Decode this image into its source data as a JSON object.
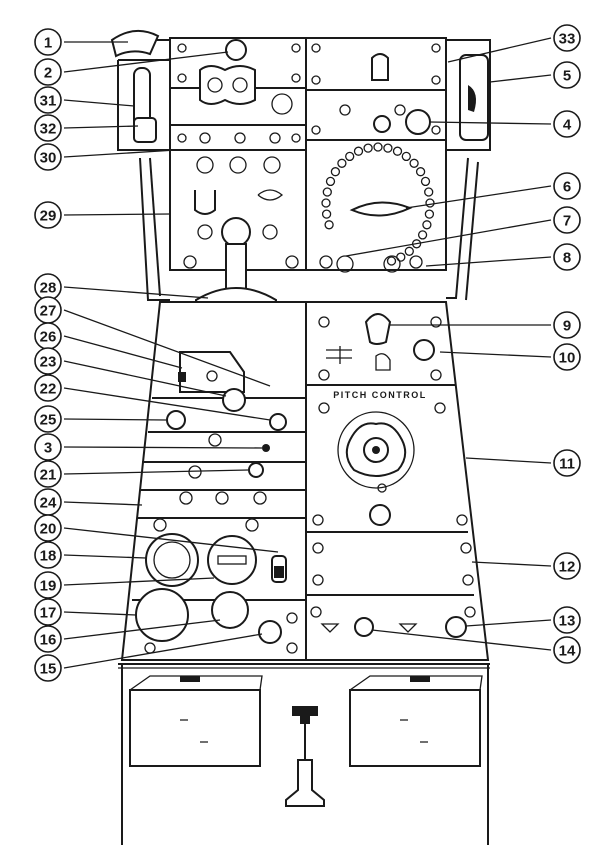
{
  "diagram": {
    "callouts": [
      {
        "id": "1",
        "label": "1"
      },
      {
        "id": "2",
        "label": "2"
      },
      {
        "id": "31",
        "label": "31"
      },
      {
        "id": "32",
        "label": "32"
      },
      {
        "id": "30",
        "label": "30"
      },
      {
        "id": "29",
        "label": "29"
      },
      {
        "id": "28",
        "label": "28"
      },
      {
        "id": "27",
        "label": "27"
      },
      {
        "id": "26",
        "label": "26"
      },
      {
        "id": "23",
        "label": "23"
      },
      {
        "id": "22",
        "label": "22"
      },
      {
        "id": "25",
        "label": "25"
      },
      {
        "id": "3",
        "label": "3"
      },
      {
        "id": "21",
        "label": "21"
      },
      {
        "id": "24",
        "label": "24"
      },
      {
        "id": "20",
        "label": "20"
      },
      {
        "id": "18",
        "label": "18"
      },
      {
        "id": "19",
        "label": "19"
      },
      {
        "id": "17",
        "label": "17"
      },
      {
        "id": "16",
        "label": "16"
      },
      {
        "id": "15",
        "label": "15"
      },
      {
        "id": "33",
        "label": "33"
      },
      {
        "id": "5",
        "label": "5"
      },
      {
        "id": "4",
        "label": "4"
      },
      {
        "id": "6",
        "label": "6"
      },
      {
        "id": "7",
        "label": "7"
      },
      {
        "id": "8",
        "label": "8"
      },
      {
        "id": "9",
        "label": "9"
      },
      {
        "id": "10",
        "label": "10"
      },
      {
        "id": "11",
        "label": "11"
      },
      {
        "id": "12",
        "label": "12"
      },
      {
        "id": "13",
        "label": "13"
      },
      {
        "id": "14",
        "label": "14"
      }
    ],
    "panel_text": {
      "control_label": "PITCH CONTROL"
    },
    "colors": {
      "ink": "#1a1a1a",
      "panel": "#ffffff",
      "shade": "#cfcfcf"
    }
  }
}
